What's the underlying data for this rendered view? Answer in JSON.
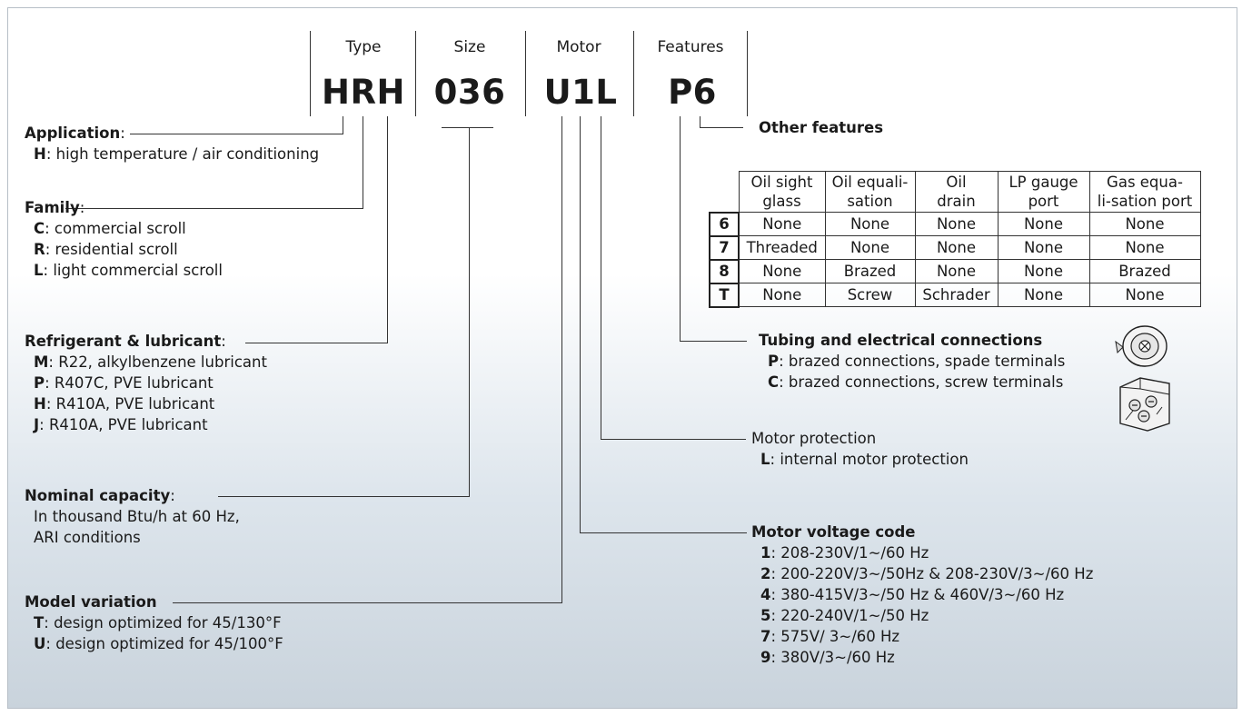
{
  "headers": {
    "type": "Type",
    "size": "Size",
    "motor": "Motor",
    "features": "Features"
  },
  "codes": {
    "type": "HRH",
    "size": "036",
    "motor": "U1L",
    "features": "P6"
  },
  "application": {
    "title": "Application",
    "items": [
      {
        "key": "H",
        "text": ": high temperature / air conditioning"
      }
    ]
  },
  "family": {
    "title": "Family",
    "items": [
      {
        "key": "C",
        "text": ": commercial scroll"
      },
      {
        "key": "R",
        "text": ": residential scroll"
      },
      {
        "key": "L",
        "text": ": light commercial scroll"
      }
    ]
  },
  "refrigerant": {
    "title": "Refrigerant & lubricant",
    "items": [
      {
        "key": "M",
        "text": ": R22,  alkylbenzene lubricant"
      },
      {
        "key": "P",
        "text": ": R407C, PVE lubricant"
      },
      {
        "key": "H",
        "text": ": R410A, PVE lubricant"
      },
      {
        "key": "J",
        "text": ": R410A, PVE lubricant"
      }
    ]
  },
  "nominal_capacity": {
    "title": "Nominal capacity",
    "lines": [
      "In thousand Btu/h at 60 Hz,",
      "ARI conditions"
    ]
  },
  "model_variation": {
    "title": "Model variation",
    "items": [
      {
        "key": "T",
        "text": ": design optimized for 45/130°F"
      },
      {
        "key": "U",
        "text": ": design optimized for 45/100°F"
      }
    ]
  },
  "other_features": {
    "title": "Other features",
    "columns": [
      "Oil sight glass",
      "Oil equali-sation",
      "Oil drain",
      "LP gauge port",
      "Gas equa-li-sation port"
    ],
    "column_lines": [
      [
        "Oil sight",
        "glass"
      ],
      [
        "Oil equali-",
        "sation"
      ],
      [
        "Oil",
        "drain"
      ],
      [
        "LP gauge",
        "port"
      ],
      [
        "Gas equa-",
        "li-sation port"
      ]
    ],
    "rows": [
      {
        "key": "6",
        "values": [
          "None",
          "None",
          "None",
          "None",
          "None"
        ]
      },
      {
        "key": "7",
        "values": [
          "Threaded",
          "None",
          "None",
          "None",
          "None"
        ]
      },
      {
        "key": "8",
        "values": [
          "None",
          "Brazed",
          "None",
          "None",
          "Brazed"
        ]
      },
      {
        "key": "T",
        "values": [
          "None",
          "Screw",
          "Schrader",
          "None",
          "None"
        ]
      }
    ]
  },
  "tubing": {
    "title": "Tubing and electrical connections",
    "items": [
      {
        "key": "P",
        "text": ": brazed connections, spade terminals"
      },
      {
        "key": "C",
        "text": ": brazed connections, screw terminals"
      }
    ],
    "icons": [
      "spade-terminal-icon",
      "screw-terminal-icon"
    ]
  },
  "motor_protection": {
    "title": "Motor protection",
    "items": [
      {
        "key": "L",
        "text": ": internal motor protection"
      }
    ]
  },
  "motor_voltage": {
    "title": "Motor voltage code",
    "items": [
      {
        "key": "1",
        "text": ": 208-230V/1~/60 Hz"
      },
      {
        "key": "2",
        "text": ": 200-220V/3~/50Hz & 208-230V/3~/60 Hz"
      },
      {
        "key": "4",
        "text": ": 380-415V/3~/50 Hz & 460V/3~/60 Hz"
      },
      {
        "key": "5",
        "text": ": 220-240V/1~/50 Hz"
      },
      {
        "key": "7",
        "text": ": 575V/ 3~/60 Hz"
      },
      {
        "key": "9",
        "text": ": 380V/3~/60 Hz"
      }
    ]
  }
}
